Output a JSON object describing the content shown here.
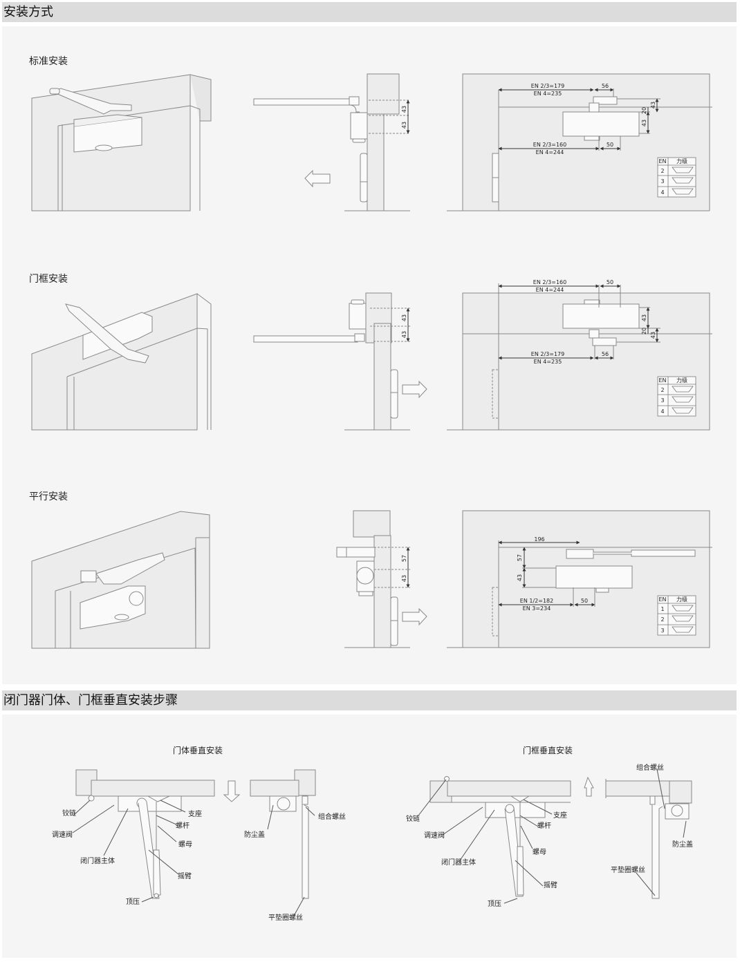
{
  "sections": [
    {
      "title": "安装方式",
      "rows": [
        {
          "label": "标准安装",
          "side_dims": [
            "43",
            "43"
          ],
          "arrow_direction": "left",
          "plan": {
            "top_dim_left": [
              "EN 2/3=179",
              "EN 4=235"
            ],
            "top_dim_right": "56",
            "right_dims": [
              "43",
              "20",
              "43"
            ],
            "bottom_dim_left": [
              "EN 2/3=160",
              "EN 4=244"
            ],
            "bottom_dim_right": "50"
          },
          "force_table": {
            "headers": [
              "EN",
              "力级"
            ],
            "rows": [
              "2",
              "3",
              "4"
            ]
          }
        },
        {
          "label": "门框安装",
          "side_dims": [
            "43",
            "43"
          ],
          "arrow_direction": "right",
          "plan": {
            "top_dim_left": [
              "EN 2/3=160",
              "EN 4=244"
            ],
            "top_dim_right": "50",
            "right_dims": [
              "43",
              "20",
              "43"
            ],
            "bottom_dim_left": [
              "EN 2/3=179",
              "EN 4=235"
            ],
            "bottom_dim_right": "56"
          },
          "force_table": {
            "headers": [
              "EN",
              "力级"
            ],
            "rows": [
              "2",
              "3",
              "4"
            ]
          }
        },
        {
          "label": "平行安装",
          "side_dims": [
            "57",
            "43"
          ],
          "arrow_direction": "right",
          "plan": {
            "top_dim_left": [
              "196"
            ],
            "left_dims": [
              "57",
              "43"
            ],
            "bottom_dim_left": [
              "EN 1/2=182",
              "EN 3=234"
            ],
            "bottom_dim_right": "50"
          },
          "force_table": {
            "headers": [
              "EN",
              "力级"
            ],
            "rows": [
              "1",
              "2",
              "3"
            ]
          }
        }
      ]
    },
    {
      "title": "闭门器门体、门框垂直安装步骤",
      "diagrams": [
        {
          "title": "门体垂直安装",
          "arrow_direction": "down",
          "labels": {
            "hinge": "铰链",
            "valve": "调速阀",
            "body": "闭门器主体",
            "support": "支座",
            "screw_rod": "螺杆",
            "nut": "螺母",
            "arm": "摇臂",
            "top_press": "顶压",
            "dust_cover": "防尘盖",
            "combo_screw": "组合螺丝",
            "washer_screw": "平垫圈螺丝"
          }
        },
        {
          "title": "门框垂直安装",
          "arrow_direction": "up",
          "labels": {
            "hinge": "铰链",
            "valve": "调速阀",
            "body": "闭门器主体",
            "support": "支座",
            "screw_rod": "螺杆",
            "nut": "螺母",
            "arm": "摇臂",
            "top_press": "顶压",
            "dust_cover": "防尘盖",
            "combo_screw": "组合螺丝",
            "washer_screw": "平垫圈螺丝"
          }
        }
      ]
    }
  ],
  "colors": {
    "section_bar": "#dcdcdc",
    "panel": "#f5f5f5",
    "wall": "#ececec",
    "line": "#8a8a8a"
  }
}
